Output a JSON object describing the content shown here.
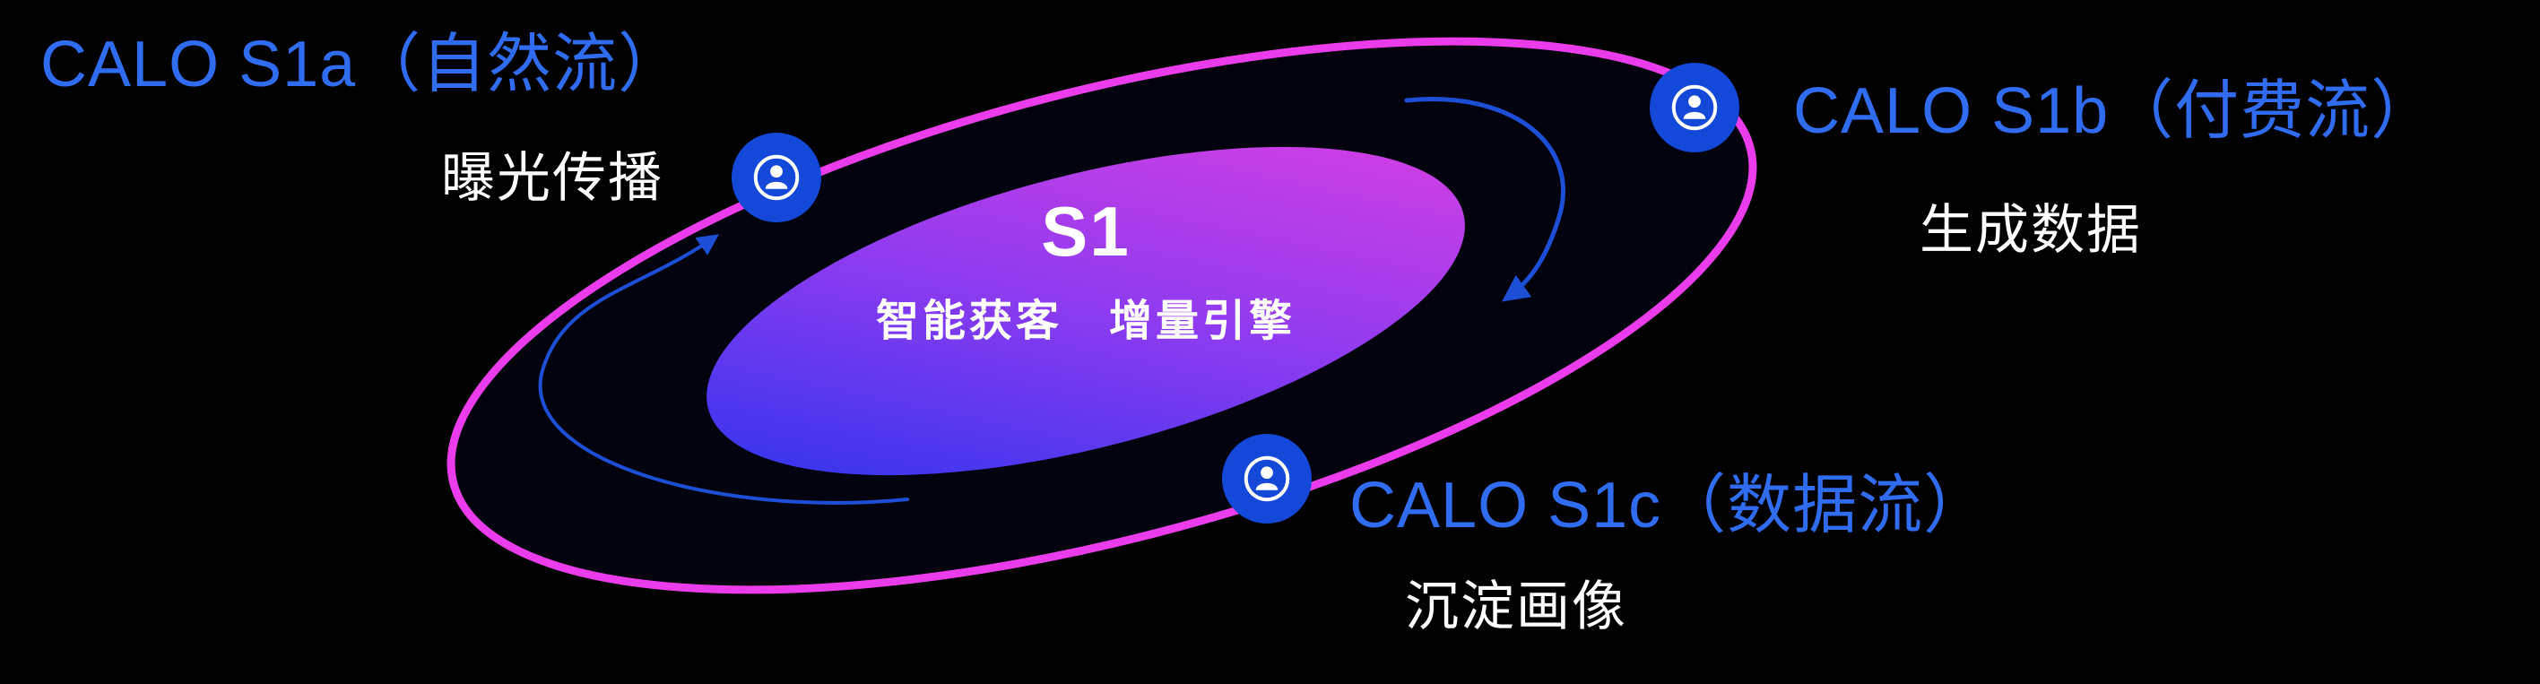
{
  "center": {
    "title": "S1",
    "subtitle": "智能获客　增量引擎"
  },
  "nodes": [
    {
      "id": "s1a",
      "label": "CALO S1a（自然流）",
      "sublabel": "曝光传播"
    },
    {
      "id": "s1b",
      "label": "CALO S1b（付费流）",
      "sublabel": "生成数据"
    },
    {
      "id": "s1c",
      "label": "CALO S1c（数据流）",
      "sublabel": "沉淀画像"
    }
  ],
  "icons": [
    {
      "name": "user-icon"
    },
    {
      "name": "user-icon"
    },
    {
      "name": "user-icon"
    }
  ],
  "colors": {
    "background": "#000000",
    "orbit_ring": "#ea3cea",
    "node_label_blue": "#2f6cf0",
    "icon_badge_blue": "#1448d8",
    "icon_glyph_white": "#ffffff",
    "center_gradient_start": "#2b35ed",
    "center_gradient_mid": "#8c3bf0",
    "center_gradient_end": "#d83fe2",
    "arrow_blue": "#1d4fd6",
    "text_white": "#ffffff"
  }
}
